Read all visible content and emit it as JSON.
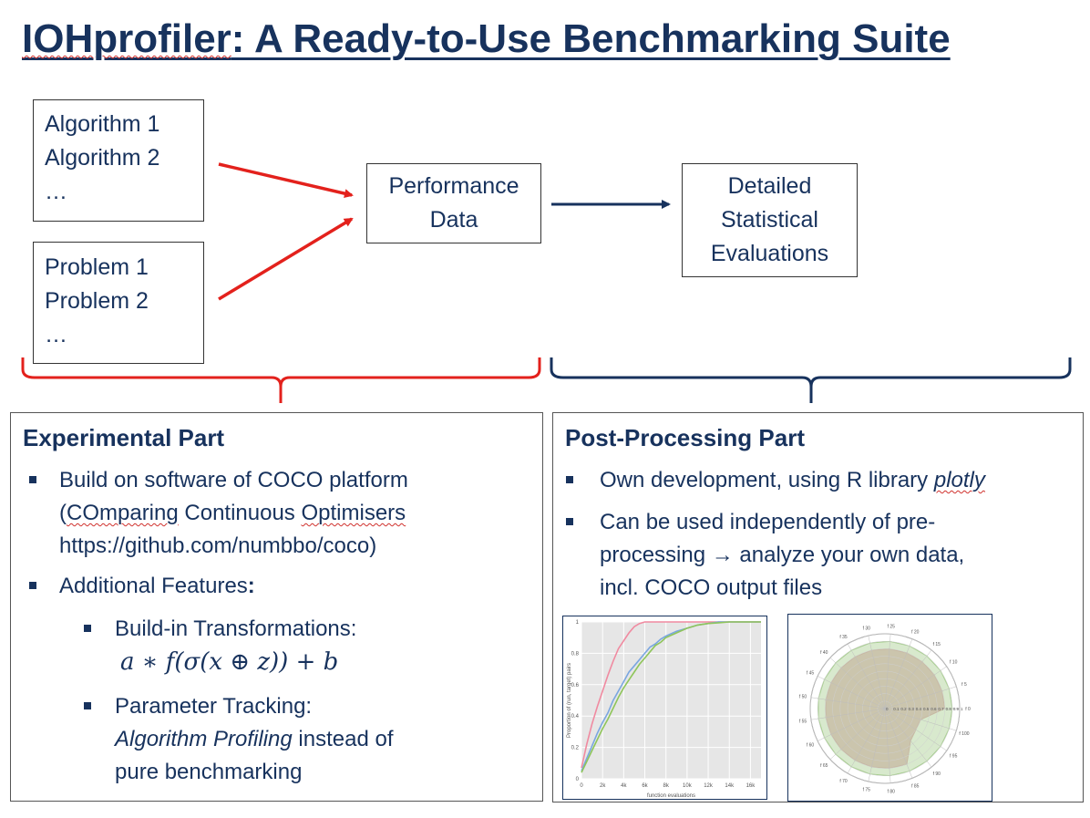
{
  "title": {
    "part1": "IOHprofiler",
    "part2": ": A Ready-to-Use Benchmarking Suite"
  },
  "algorithms": [
    "Algorithm 1",
    "Algorithm 2",
    "…"
  ],
  "problems": [
    "Problem 1",
    "Problem 2",
    "…"
  ],
  "performance": [
    "Performance",
    "Data"
  ],
  "detailed": [
    "Detailed",
    "Statistical",
    "Evaluations"
  ],
  "colors": {
    "navy": "#17325d",
    "red": "#e3211c"
  },
  "experimental": {
    "heading": "Experimental Part",
    "b1_l1": "Build on software of COCO platform",
    "b1_l2a": "(",
    "b1_l2b": "COmparing",
    "b1_l2c": " Continuous ",
    "b1_l2d": "Optimisers",
    "b1_l3": "https://github.com/numbbo/coco)",
    "b2": "Additional Features",
    "b2_colon": ":",
    "s1": "Build-in Transformations:",
    "formula": "a ∗ f(σ(x ⊕ z)) + b",
    "s2_l1": "Parameter Tracking:",
    "s2_l2a": "Algorithm Profiling",
    "s2_l2b": " instead of",
    "s2_l3": "pure benchmarking"
  },
  "post": {
    "heading": "Post-Processing Part",
    "b1a": "Own development, using R library ",
    "b1b": "plotly",
    "b2_l1": "Can be used independently of pre-",
    "b2_l2": "processing → analyze your own data,",
    "b2_l3": "incl. COCO output files"
  },
  "chart_data": [
    {
      "type": "line",
      "ylabel": "Proportion of (run, target) pairs",
      "xlabel": "function evaluations",
      "x_ticks": [
        "0",
        "2k",
        "4k",
        "6k",
        "8k",
        "10k",
        "12k",
        "14k",
        "16k"
      ],
      "y_ticks": [
        "0",
        "0.2",
        "0.4",
        "0.6",
        "0.8",
        "1"
      ],
      "xlim": [
        0,
        17000
      ],
      "ylim": [
        0,
        1
      ],
      "grid": true,
      "x": [
        0,
        500,
        1000,
        1500,
        2000,
        2500,
        3000,
        3500,
        4000,
        4500,
        5000,
        5500,
        6000,
        6500,
        7000,
        7500,
        8000,
        9000,
        10000,
        11000,
        12000,
        13000,
        14000,
        15000,
        16000,
        17000
      ],
      "series": [
        {
          "color": "#f08aa0",
          "values": [
            0.07,
            0.22,
            0.35,
            0.46,
            0.56,
            0.66,
            0.75,
            0.83,
            0.88,
            0.93,
            0.97,
            0.99,
            1,
            1,
            1,
            1,
            1,
            1,
            1,
            1,
            1,
            1,
            1,
            1,
            1,
            1
          ]
        },
        {
          "color": "#7aa6e0",
          "values": [
            0.05,
            0.13,
            0.21,
            0.29,
            0.36,
            0.42,
            0.5,
            0.56,
            0.62,
            0.68,
            0.72,
            0.76,
            0.8,
            0.84,
            0.86,
            0.89,
            0.91,
            0.94,
            0.96,
            0.98,
            0.99,
            1,
            1,
            1,
            1,
            1
          ]
        },
        {
          "color": "#8fc55a",
          "values": [
            0.04,
            0.11,
            0.18,
            0.25,
            0.32,
            0.38,
            0.45,
            0.52,
            0.58,
            0.63,
            0.68,
            0.73,
            0.77,
            0.81,
            0.85,
            0.87,
            0.9,
            0.93,
            0.96,
            0.98,
            0.99,
            0.995,
            1,
            1,
            1,
            1
          ]
        }
      ]
    },
    {
      "type": "radar",
      "angular_labels": [
        "f 0",
        "f 5",
        "f 10",
        "f 15",
        "f 20",
        "f 25",
        "f 30",
        "f 35",
        "f 40",
        "f 45",
        "f 50",
        "f 55",
        "f 60",
        "f 65",
        "f 70",
        "f 75",
        "f 80",
        "f 85",
        "f 90",
        "f 95",
        "f 100"
      ],
      "radial_ticks": [
        "0",
        "0.1",
        "0.2",
        "0.3",
        "0.4",
        "0.5",
        "0.6",
        "0.7",
        "0.8",
        "0.9",
        "1"
      ],
      "series": [
        {
          "color": "#a8cf90",
          "values": [
            0.9,
            0.9,
            0.9,
            0.9,
            0.9,
            0.9,
            0.9,
            0.9,
            0.9,
            0.9,
            0.9,
            0.9,
            0.9,
            0.9,
            0.9,
            0.9,
            0.9,
            0.9,
            0.9,
            0.9,
            0.9
          ]
        },
        {
          "color": "#c7b8a2",
          "values": [
            0.8,
            0.8,
            0.8,
            0.8,
            0.8,
            0.8,
            0.8,
            0.8,
            0.8,
            0.8,
            0.8,
            0.8,
            0.8,
            0.8,
            0.8,
            0.8,
            0.8,
            0.8,
            0.55,
            0.5,
            0.5
          ]
        }
      ]
    }
  ]
}
